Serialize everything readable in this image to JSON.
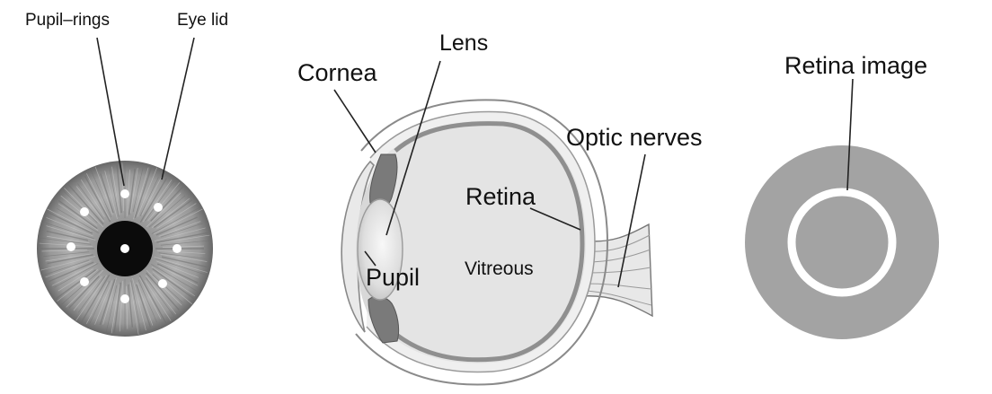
{
  "iris_panel": {
    "labels": {
      "pupil_rings": "Pupil–rings",
      "eye_lid": "Eye lid"
    }
  },
  "eye_section_panel": {
    "labels": {
      "lens": "Lens",
      "cornea": "Cornea",
      "optic_nerves": "Optic nerves",
      "retina": "Retina",
      "vitreous": "Vitreous",
      "pupil": "Pupil"
    }
  },
  "retina_image_panel": {
    "labels": {
      "retina_image": "Retina image"
    }
  },
  "colors": {
    "iris_dark": "#5e5e5e",
    "iris_light": "#c4c4c4",
    "pupil": "#0b0b0b",
    "eyeball_fill": "#e4e4e4",
    "retina_layer": "#8f8f8f",
    "retina_disc": "#a3a3a3",
    "ring": "#ffffff"
  }
}
